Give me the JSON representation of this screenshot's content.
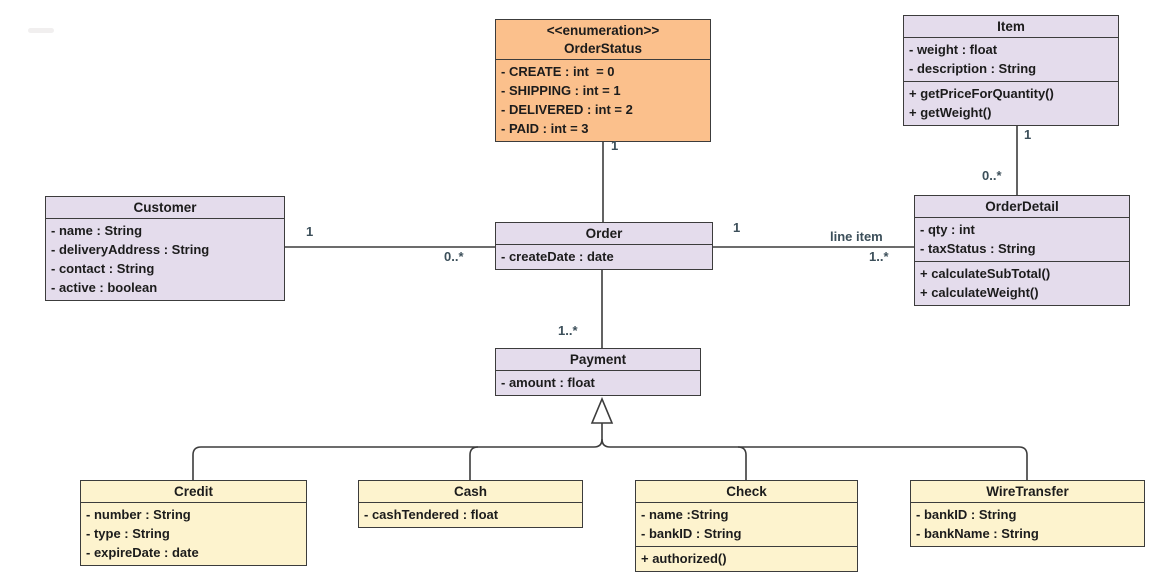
{
  "diagram_type": "uml-class-diagram",
  "colors": {
    "enumeration_fill": "#FBC08C",
    "class_fill": "#E4DCEC",
    "payment_subclass_fill": "#FDF3CE",
    "border": "#3C3C3C",
    "line": "#3C3C3C",
    "background": "#FFFFFF",
    "label_text": "#3C4F5A"
  },
  "classes": {
    "orderstatus": {
      "stereotype": "<<enumeration>>",
      "name": "OrderStatus",
      "attributes": [
        "- CREATE : int  = 0",
        "- SHIPPING : int = 1",
        "- DELIVERED : int = 2",
        "- PAID : int = 3"
      ]
    },
    "item": {
      "name": "Item",
      "attributes": [
        "- weight : float",
        "- description : String"
      ],
      "methods": [
        "+ getPriceForQuantity()",
        "+ getWeight()"
      ]
    },
    "customer": {
      "name": "Customer",
      "attributes": [
        "- name : String",
        "- deliveryAddress : String",
        "- contact : String",
        "- active : boolean"
      ]
    },
    "order": {
      "name": "Order",
      "attributes": [
        "- createDate : date"
      ]
    },
    "orderdetail": {
      "name": "OrderDetail",
      "attributes": [
        "- qty : int",
        "- taxStatus : String"
      ],
      "methods": [
        "+ calculateSubTotal()",
        "+ calculateWeight()"
      ]
    },
    "payment": {
      "name": "Payment",
      "attributes": [
        "- amount : float"
      ]
    },
    "credit": {
      "name": "Credit",
      "attributes": [
        "- number : String",
        "- type : String",
        "- expireDate : date"
      ]
    },
    "cash": {
      "name": "Cash",
      "attributes": [
        "- cashTendered : float"
      ]
    },
    "check": {
      "name": "Check",
      "attributes": [
        "- name :String",
        "- bankID : String"
      ],
      "methods": [
        "+ authorized()"
      ]
    },
    "wiretransfer": {
      "name": "WireTransfer",
      "attributes": [
        "- bankID : String",
        "- bankName : String"
      ]
    }
  },
  "multiplicities": {
    "orderstatus_end": "1",
    "customer_end": "1",
    "order_customer_end": "0..*",
    "order_detail_end": "1",
    "line_item_role": "line item",
    "orderdetail_end": "1..*",
    "item_end": "1",
    "orderdetail_item_end": "0..*",
    "payment_end": "1..*"
  }
}
